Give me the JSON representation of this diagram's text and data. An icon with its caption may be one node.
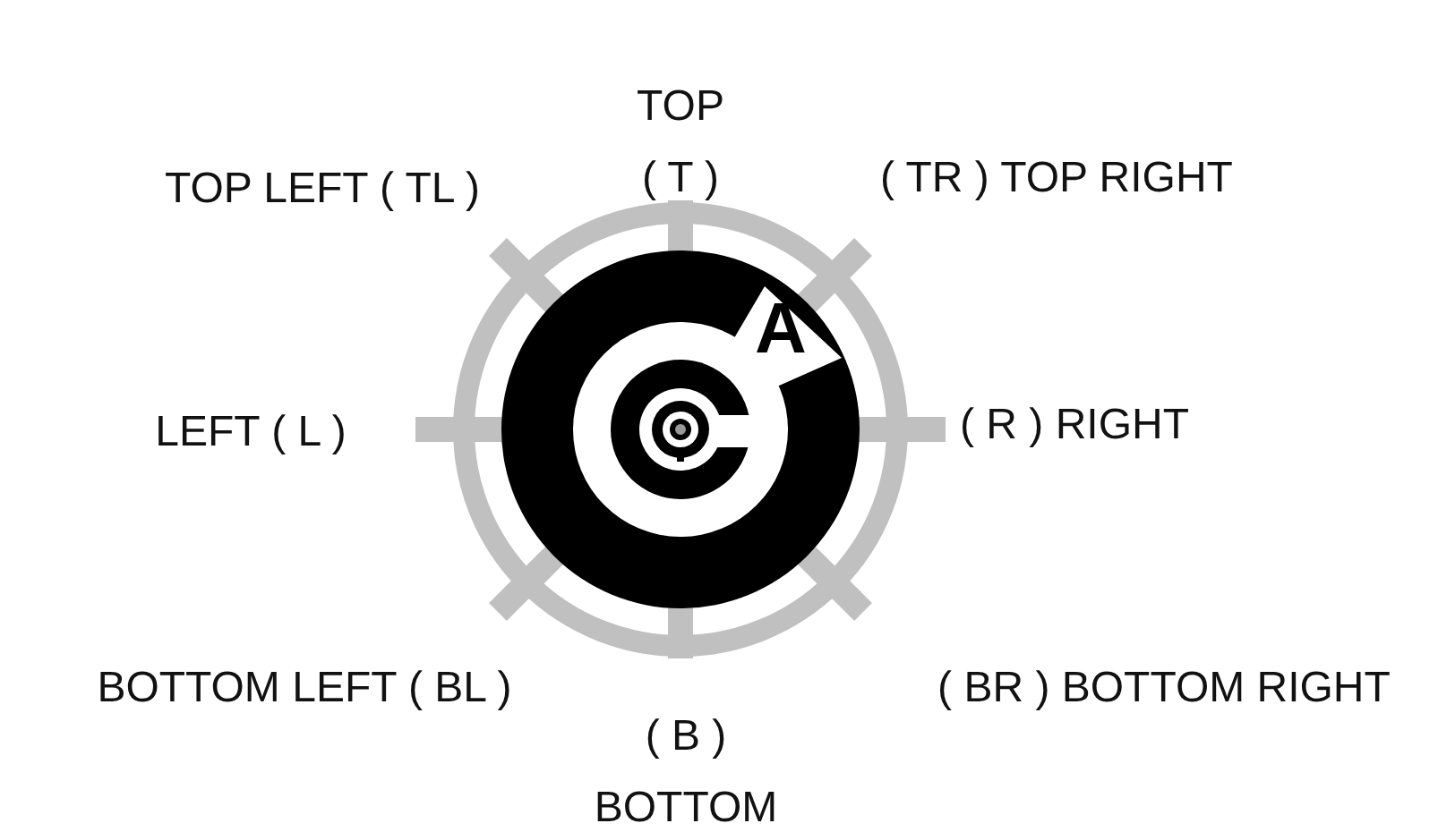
{
  "diagram": {
    "labels": [
      "TOP ( T )",
      "TOP LEFT ( TL )",
      "( TR ) TOP RIGHT",
      "A",
      "LEFT ( L )",
      "( R ) RIGHT",
      "BOTTOM LEFT ( BL )",
      "( BR ) BOTTOM RIGHT",
      "( B ) BOTTOM"
    ]
  }
}
